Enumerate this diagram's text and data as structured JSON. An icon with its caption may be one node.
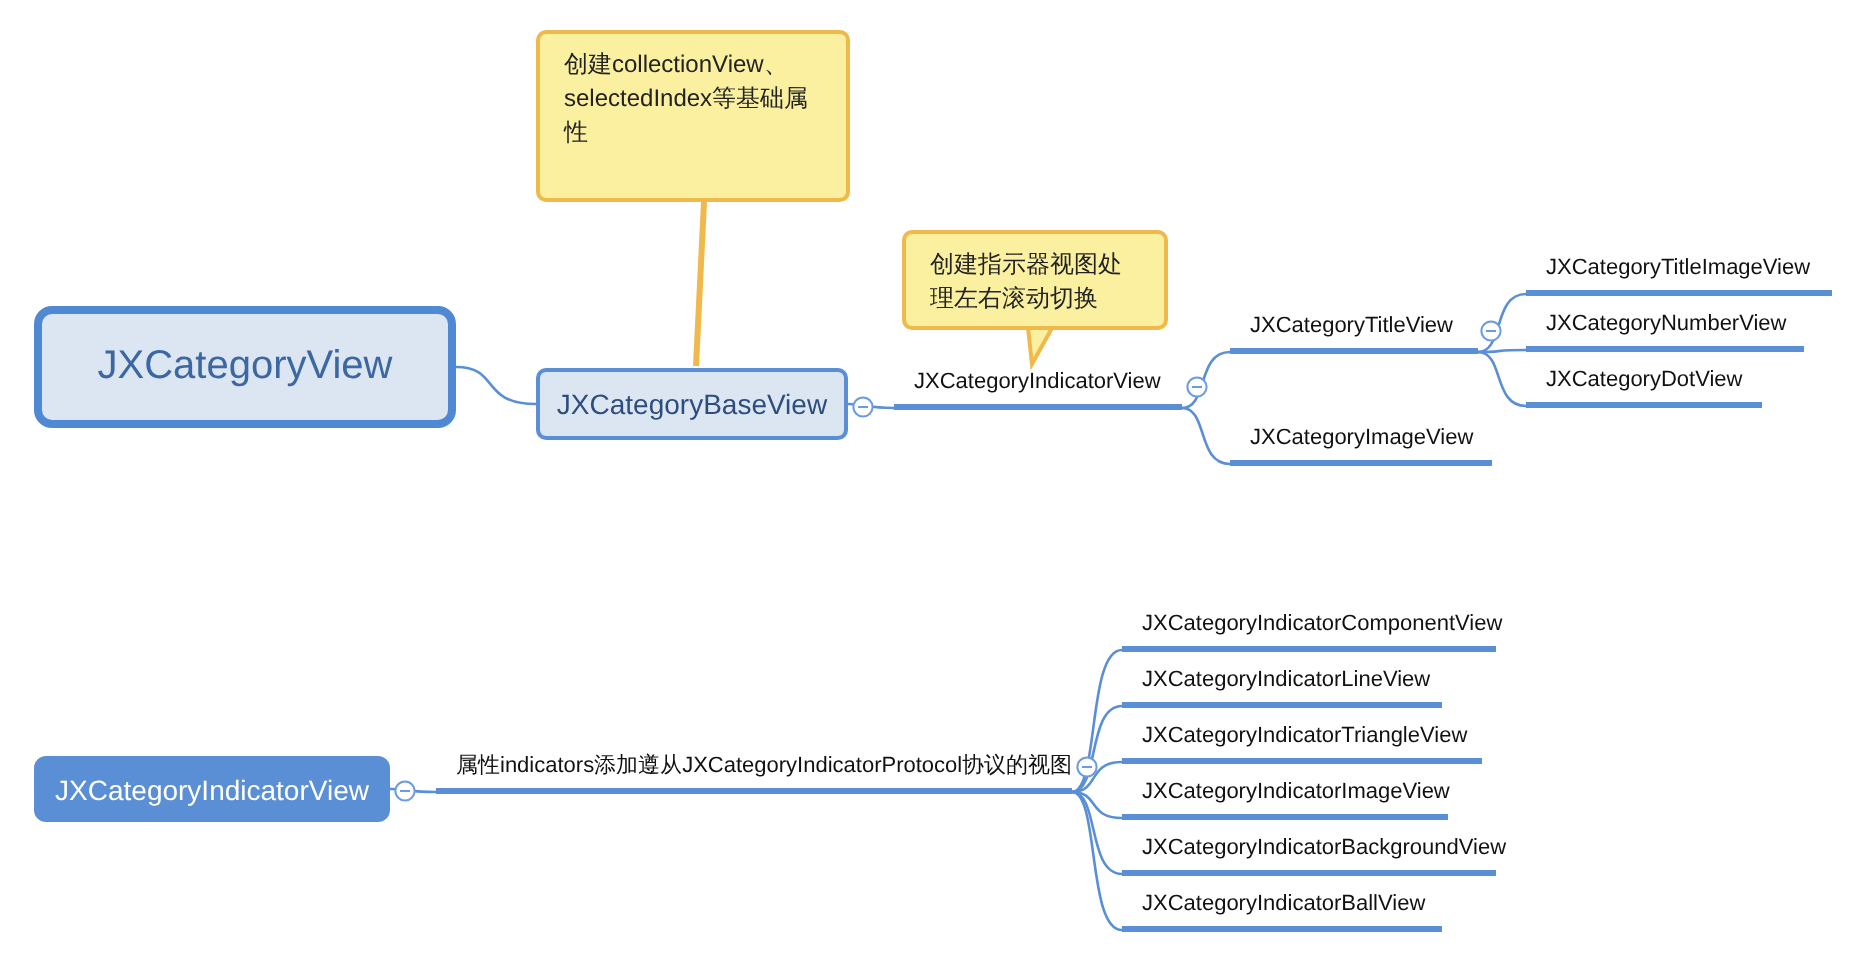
{
  "diagram": {
    "nodes": [
      {
        "text": [
          "JXCategoryView"
        ]
      },
      {
        "text": [
          "创建collectionView、selectedIndex等基础属性"
        ]
      },
      {
        "text": [
          "JXCategoryBaseView"
        ]
      },
      {
        "text": [
          "创建指示器视图处理左右滚动切换"
        ]
      },
      {
        "text": [
          "JXCategoryIndicatorView"
        ]
      },
      {
        "text": [
          "JXCategoryTitleView"
        ]
      },
      {
        "text": [
          "JXCategoryImageView"
        ]
      },
      {
        "text": [
          "JXCategoryTitleImageView"
        ]
      },
      {
        "text": [
          "JXCategoryNumberView"
        ]
      },
      {
        "text": [
          "JXCategoryDotView"
        ]
      },
      {
        "text": [
          "JXCategoryIndicatorView"
        ]
      },
      {
        "text": [
          "属性indicators添加遵从JXCategoryIndicatorProtocol协议的视图"
        ]
      },
      {
        "text": [
          "JXCategoryIndicatorComponentView"
        ]
      },
      {
        "text": [
          "JXCategoryIndicatorLineView"
        ]
      },
      {
        "text": [
          "JXCategoryIndicatorTriangleView"
        ]
      },
      {
        "text": [
          "JXCategoryIndicatorImageView"
        ]
      },
      {
        "text": [
          "JXCategoryIndicatorBackgroundView"
        ]
      },
      {
        "text": [
          "JXCategoryIndicatorBallView"
        ]
      }
    ],
    "edges": [
      {
        "from": 0,
        "to": 2,
        "arrow": "none"
      },
      {
        "from": 1,
        "to": 2,
        "arrow": "none",
        "color": "#f0b94b",
        "style": "thick"
      },
      {
        "from": 2,
        "to": 4,
        "arrow": "none"
      },
      {
        "from": 3,
        "to": 4,
        "arrow": "to",
        "color": "#f0b94b"
      },
      {
        "from": 4,
        "to": 5,
        "arrow": "none"
      },
      {
        "from": 4,
        "to": 6,
        "arrow": "none"
      },
      {
        "from": 5,
        "to": 7,
        "arrow": "none"
      },
      {
        "from": 5,
        "to": 8,
        "arrow": "none"
      },
      {
        "from": 5,
        "to": 9,
        "arrow": "none"
      },
      {
        "from": 10,
        "to": 11,
        "arrow": "none"
      },
      {
        "from": 11,
        "to": 12,
        "arrow": "none"
      },
      {
        "from": 11,
        "to": 13,
        "arrow": "none"
      },
      {
        "from": 11,
        "to": 14,
        "arrow": "none"
      },
      {
        "from": 11,
        "to": 15,
        "arrow": "none"
      },
      {
        "from": 11,
        "to": 16,
        "arrow": "none"
      },
      {
        "from": 11,
        "to": 17,
        "arrow": "none"
      }
    ]
  }
}
